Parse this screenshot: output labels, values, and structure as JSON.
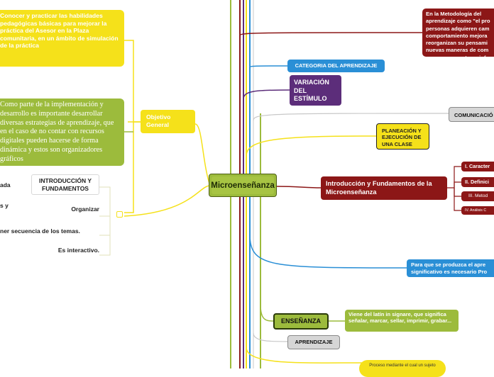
{
  "central": "Microenseñanza",
  "left": {
    "objective_text": "Conocer y practicar las habilidades pedagógicas básicas para mejorar la práctica del Asesor en la Plaza comunitaria, en un ámbito de simulación de la práctica",
    "objetivo_label": "Objetivo General",
    "green_text": "Como parte de la implementación y desarrollo es importante desarrollar diversas estrategias de aprendizaje, que en el caso de no contar con recursos digitales pueden hacerse de forma dinámica y estos son organizadores gráficos",
    "intro_label": "INTRODUCCIÓN Y FUNDAMENTOS",
    "trunc_ada": "ada",
    "trunc_sy": "s y",
    "organizar": "Organizar",
    "secuencia": "ner secuencia de los temas.",
    "interactivo": "Es interactivo."
  },
  "right": {
    "top_red_text": "En la Metodología del aprendizaje como \"el pro personas adquieren cam comportamiento mejora reorganizan su pensami nuevas maneras de com nuevos conceptos e info",
    "categoria": "CATEGORIA DEL APRENDIZAJE",
    "variacion": "VARIACIÓN DEL ESTÍMULO",
    "comunicacion": "COMUNICACIÓ",
    "planeacion": "PLANEACIÓN Y EJECUCIÓN DE UNA CLASE",
    "intro_fund": "Introducción y Fundamentos de la Microenseñanza",
    "sub1": "I. Caracter",
    "sub2": "II. Definici",
    "sub3": "III. Metod",
    "sub4": "IV. Análisis C",
    "blue_text": "Para que se produzca el apre significativo es necesario Pro",
    "ensenanza": "ENSEÑANZA",
    "ensenanza_text": "Viene del latín in signare, que significa señalar, marcar, sellar, imprimir, grabar...",
    "aprendizaje": "APRENDIZAJE",
    "bottom_yellow": "Proceso mediante el cual un sujeto"
  },
  "colors": {
    "yellow": "#f5e11a",
    "green": "#9cbb3c",
    "dark_red": "#8c1717",
    "blue": "#2a8fd6",
    "purple": "#5c2d7a",
    "grey": "#d6d6d6"
  }
}
